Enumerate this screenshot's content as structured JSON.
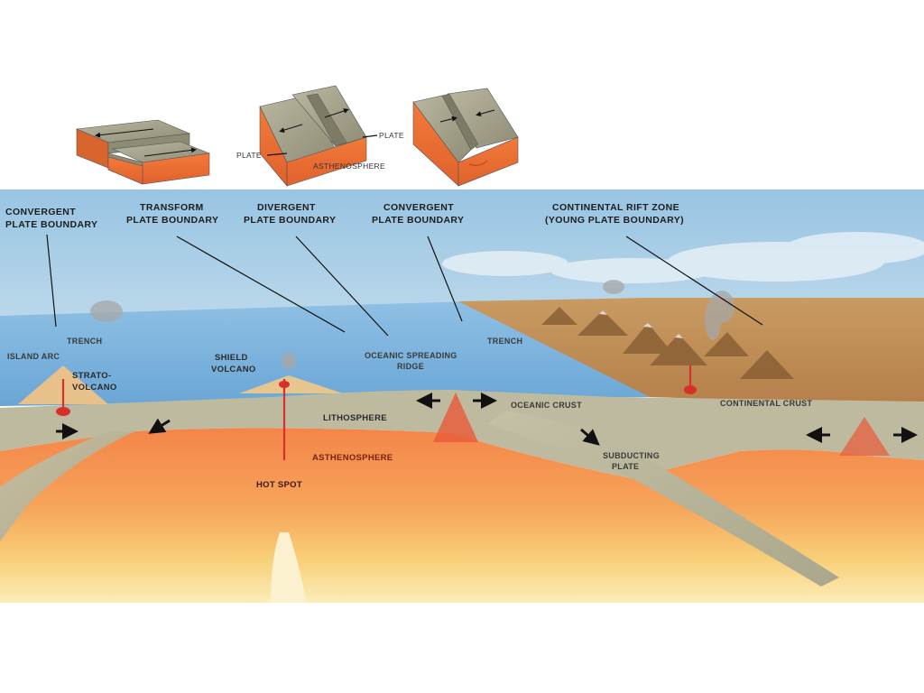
{
  "blocks": {
    "plate_label": "PLATE",
    "plate_label_right": "PLATE",
    "asthenosphere_label": "ASTHENOSPHERE"
  },
  "callouts": {
    "convergent_left": [
      "CONVERGENT",
      "PLATE BOUNDARY"
    ],
    "transform": [
      "TRANSFORM",
      "PLATE BOUNDARY"
    ],
    "divergent": [
      "DIVERGENT",
      "PLATE BOUNDARY"
    ],
    "convergent_right": [
      "CONVERGENT",
      "PLATE BOUNDARY"
    ],
    "rift": [
      "CONTINENTAL RIFT ZONE",
      "(YOUNG PLATE BOUNDARY)"
    ]
  },
  "labels": {
    "trench_left": "TRENCH",
    "island_arc": "ISLAND ARC",
    "strato_volcano": [
      "STRATO-",
      "VOLCANO"
    ],
    "shield_volcano": [
      "SHIELD",
      "VOLCANO"
    ],
    "oceanic_ridge": [
      "OCEANIC SPREADING",
      "RIDGE"
    ],
    "trench_right": "TRENCH",
    "lithosphere": "LITHOSPHERE",
    "oceanic_crust": "OCEANIC CRUST",
    "continental_crust": "CONTINENTAL CRUST",
    "asthenosphere": "ASTHENOSPHERE",
    "hot_spot": "HOT SPOT",
    "subducting_plate": [
      "SUBDUCTING",
      "PLATE"
    ]
  },
  "colors": {
    "sky": "#a9cfe6",
    "ocean": "#7fb6de",
    "lithosphere": "#bfbc9f",
    "asthenosphere": "#f48b4e",
    "mantle_light": "#f8d27a",
    "magma": "#d6302a",
    "land": "#c79a63"
  }
}
